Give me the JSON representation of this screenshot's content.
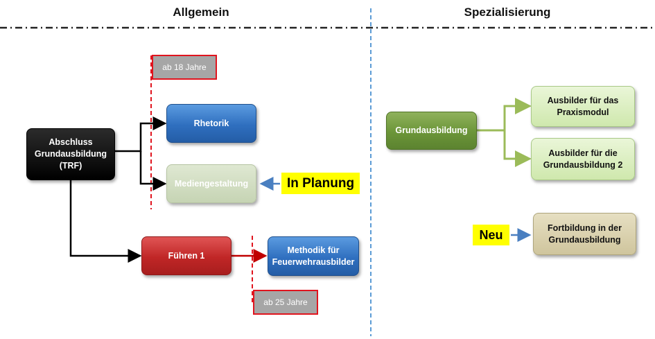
{
  "headers": {
    "left": "Allgemein",
    "right": "Spezialisierung"
  },
  "age_labels": {
    "age18": "ab 18 Jahre",
    "age25": "ab 25 Jahre"
  },
  "boxes": {
    "abschluss": "Abschluss Grundausbildung (TRF)",
    "rhetorik": "Rhetorik",
    "mediengestaltung": "Mediengestaltung",
    "fuehren1": "Führen 1",
    "methodik": "Methodik für Feuerwehrausbilder",
    "grundausbildung": "Grundausbildung",
    "ausbilder_praxis": "Ausbilder für das Praxismodul",
    "ausbilder_grund2": "Ausbilder für die Grundausbildung 2",
    "fortbildung": "Fortbildung in der Grundausbildung"
  },
  "tags": {
    "in_planung": "In Planung",
    "neu": "Neu"
  },
  "colors": {
    "black": "#000000",
    "blue": "#2f6fbf",
    "pale_green": "#c6d4b4",
    "red": "#c02626",
    "green": "#6b9538",
    "light_green": "#cfe8ad",
    "tan": "#cfc59d",
    "highlight": "#ffff00",
    "divider": "#5b9bd5",
    "age_marker": "#e0141e"
  }
}
